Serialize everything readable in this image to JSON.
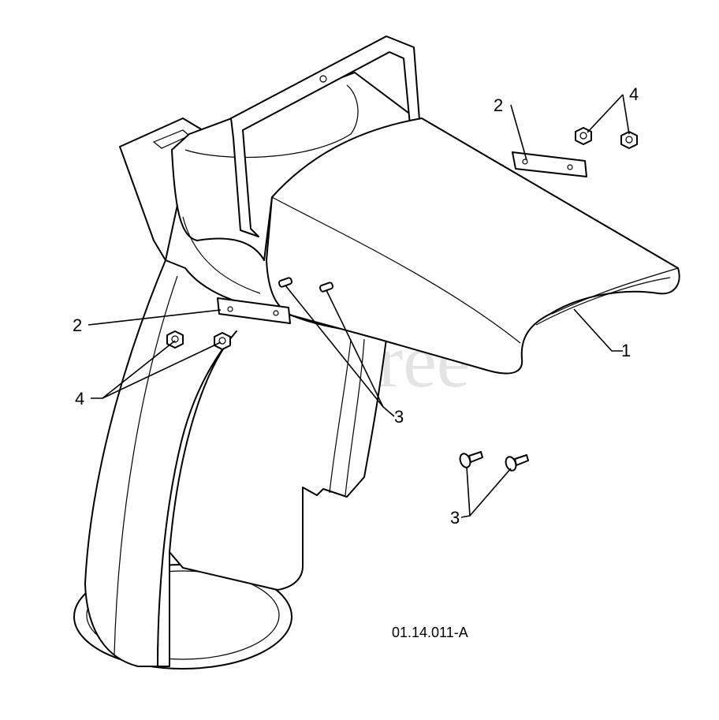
{
  "watermark": "PartsTree",
  "drawing_code": "01.14.011-A",
  "callouts": {
    "part_1": "1",
    "part_2_upper": "2",
    "part_2_left": "2",
    "part_3_middle": "3",
    "part_3_lower": "3",
    "part_4_upper": "4",
    "part_4_left": "4"
  }
}
